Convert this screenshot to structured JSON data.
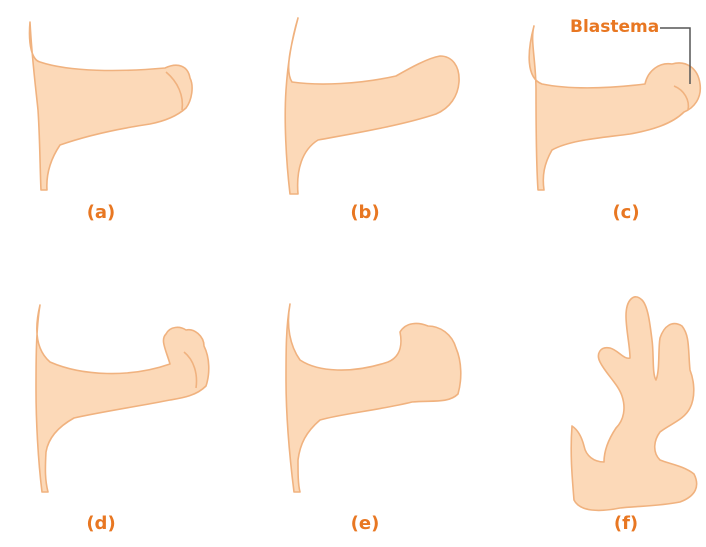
{
  "figure": {
    "panels": [
      {
        "label": "(a)"
      },
      {
        "label": "(b)"
      },
      {
        "label": "(c)"
      },
      {
        "label": "(d)"
      },
      {
        "label": "(e)"
      },
      {
        "label": "(f)"
      }
    ],
    "callout": {
      "label": "Blastema"
    }
  },
  "colors": {
    "limb_fill": "#fcd9b8",
    "limb_outline": "#f0b27f",
    "label_text": "#e87722",
    "callout_line": "#555555"
  }
}
